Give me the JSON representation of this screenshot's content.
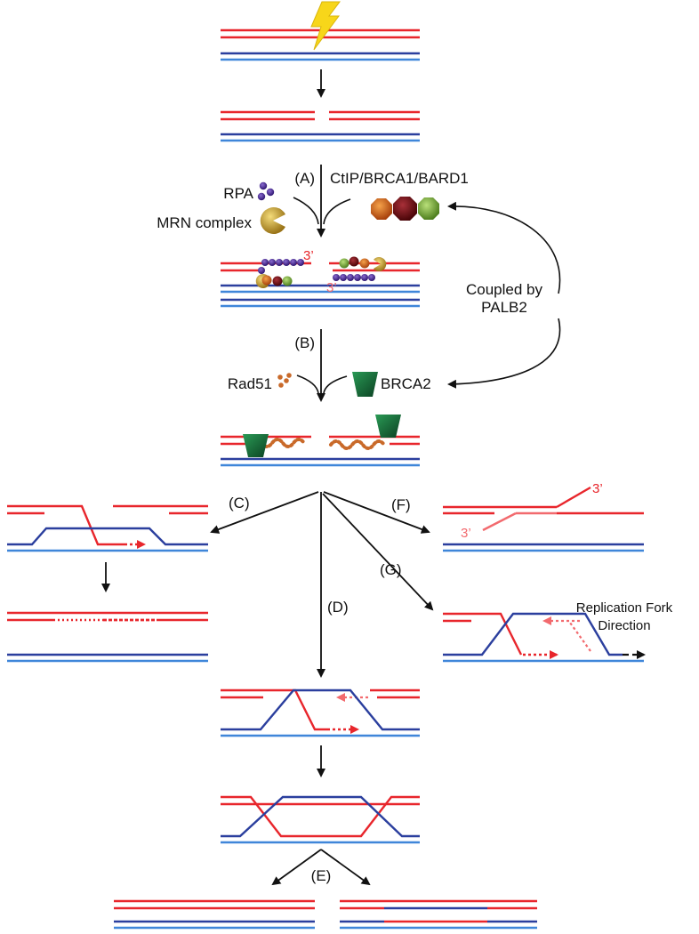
{
  "colors": {
    "red": "#e8262c",
    "red_light": "#f26a6e",
    "blue": "#2b3f9e",
    "blue_light": "#3f86d9",
    "black": "#111111",
    "bolt": "#f7d61a",
    "rpa": "#4b2a8e",
    "mrn": "#c49b2a",
    "ctip_orange": "#d9681a",
    "brca1_dark": "#6d0f15",
    "bard1_green": "#78b03a",
    "rad51": "#c96a2a",
    "brca2": "#156b3a"
  },
  "icons": [
    "lightning-bolt-icon",
    "rpa-icon",
    "mrn-complex-icon",
    "ctip-brca1-bard1-icon",
    "rad51-icon",
    "brca2-icon"
  ],
  "steps": {
    "a": "(A)",
    "b": "(B)",
    "c": "(C)",
    "d": "(D)",
    "e": "(E)",
    "f": "(F)",
    "g": "(G)"
  },
  "labels": {
    "rpa": "RPA",
    "mrn": "MRN complex",
    "ctip": "CtIP/BRCA1/BARD1",
    "coupled_line1": "Coupled by",
    "coupled_line2": "PALB2",
    "rad51": "Rad51",
    "brca2": "BRCA2",
    "three_prime": "3’",
    "fork_line1": "Replication Fork",
    "fork_line2": "Direction"
  }
}
